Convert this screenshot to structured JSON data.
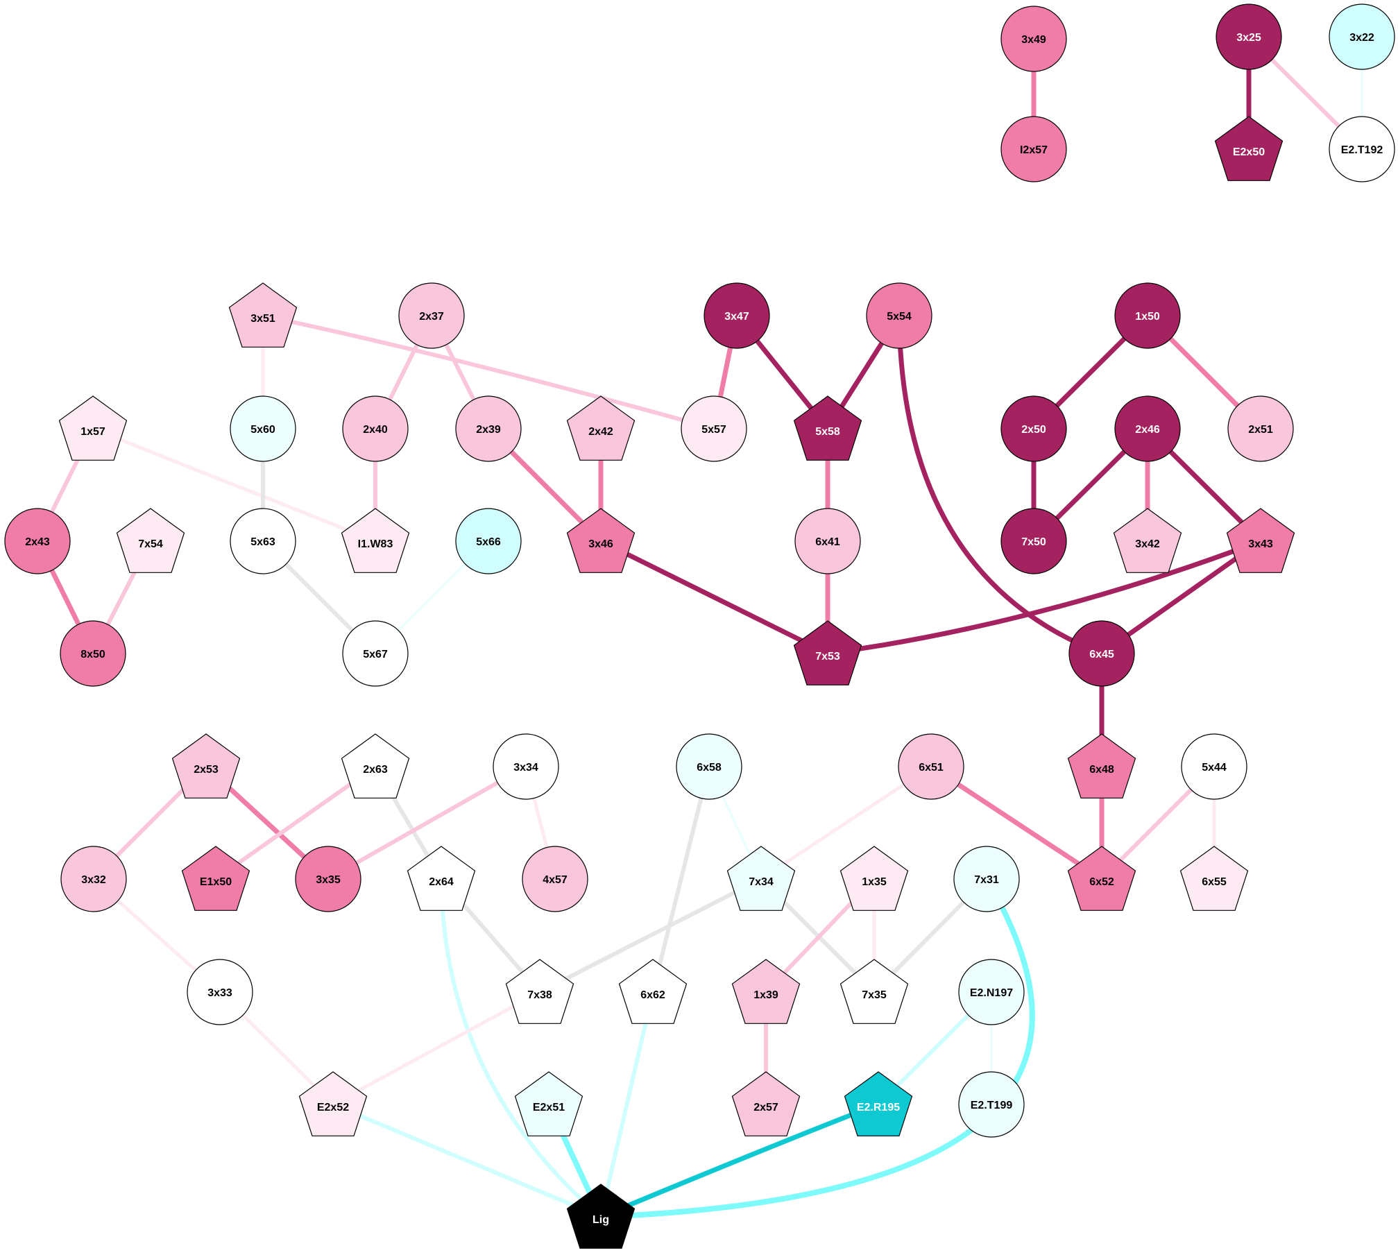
{
  "palette": {
    "white": "#ffffff",
    "pale_pink": "#fdeaf2",
    "light_pink": "#f9c6dc",
    "pink": "#f07ca8",
    "dark_magenta": "#a3225f",
    "pale_cyan": "#ecfefe",
    "light_cyan": "#d0fdfd",
    "cyan": "#7ffafa",
    "teal": "#0ec9d1",
    "black": "#000000",
    "grey": "#e6e6e6"
  },
  "nodes": [
    {
      "id": "3x49",
      "label": "3x49",
      "shape": "circle",
      "fill": "pink"
    },
    {
      "id": "I2x57",
      "label": "I2x57",
      "shape": "circle",
      "fill": "pink"
    },
    {
      "id": "3x25",
      "label": "3x25",
      "shape": "circle",
      "fill": "dark_magenta"
    },
    {
      "id": "E2x50",
      "label": "E2x50",
      "shape": "pentagon",
      "fill": "dark_magenta"
    },
    {
      "id": "3x22",
      "label": "3x22",
      "shape": "circle",
      "fill": "light_cyan"
    },
    {
      "id": "E2.T192",
      "label": "E2.T192",
      "shape": "circle",
      "fill": "white"
    },
    {
      "id": "3x51",
      "label": "3x51",
      "shape": "pentagon",
      "fill": "light_pink"
    },
    {
      "id": "2x37",
      "label": "2x37",
      "shape": "circle",
      "fill": "light_pink"
    },
    {
      "id": "3x47",
      "label": "3x47",
      "shape": "circle",
      "fill": "dark_magenta"
    },
    {
      "id": "5x54",
      "label": "5x54",
      "shape": "circle",
      "fill": "pink"
    },
    {
      "id": "1x50",
      "label": "1x50",
      "shape": "circle",
      "fill": "dark_magenta"
    },
    {
      "id": "1x57",
      "label": "1x57",
      "shape": "pentagon",
      "fill": "pale_pink"
    },
    {
      "id": "5x60",
      "label": "5x60",
      "shape": "circle",
      "fill": "pale_cyan"
    },
    {
      "id": "2x40",
      "label": "2x40",
      "shape": "circle",
      "fill": "light_pink"
    },
    {
      "id": "2x39",
      "label": "2x39",
      "shape": "circle",
      "fill": "light_pink"
    },
    {
      "id": "2x42",
      "label": "2x42",
      "shape": "pentagon",
      "fill": "light_pink"
    },
    {
      "id": "5x57",
      "label": "5x57",
      "shape": "circle",
      "fill": "pale_pink"
    },
    {
      "id": "5x58",
      "label": "5x58",
      "shape": "pentagon",
      "fill": "dark_magenta"
    },
    {
      "id": "2x50",
      "label": "2x50",
      "shape": "circle",
      "fill": "dark_magenta"
    },
    {
      "id": "2x46",
      "label": "2x46",
      "shape": "circle",
      "fill": "dark_magenta"
    },
    {
      "id": "2x51",
      "label": "2x51",
      "shape": "circle",
      "fill": "light_pink"
    },
    {
      "id": "2x43",
      "label": "2x43",
      "shape": "circle",
      "fill": "pink"
    },
    {
      "id": "7x54",
      "label": "7x54",
      "shape": "pentagon",
      "fill": "pale_pink"
    },
    {
      "id": "5x63",
      "label": "5x63",
      "shape": "circle",
      "fill": "white"
    },
    {
      "id": "I1.W83",
      "label": "I1.W83",
      "shape": "pentagon",
      "fill": "pale_pink"
    },
    {
      "id": "5x66",
      "label": "5x66",
      "shape": "circle",
      "fill": "light_cyan"
    },
    {
      "id": "3x46",
      "label": "3x46",
      "shape": "pentagon",
      "fill": "pink"
    },
    {
      "id": "6x41",
      "label": "6x41",
      "shape": "circle",
      "fill": "light_pink"
    },
    {
      "id": "7x50",
      "label": "7x50",
      "shape": "circle",
      "fill": "dark_magenta"
    },
    {
      "id": "3x42",
      "label": "3x42",
      "shape": "pentagon",
      "fill": "light_pink"
    },
    {
      "id": "3x43",
      "label": "3x43",
      "shape": "pentagon",
      "fill": "pink"
    },
    {
      "id": "8x50",
      "label": "8x50",
      "shape": "circle",
      "fill": "pink"
    },
    {
      "id": "5x67",
      "label": "5x67",
      "shape": "circle",
      "fill": "white"
    },
    {
      "id": "7x53",
      "label": "7x53",
      "shape": "pentagon",
      "fill": "dark_magenta"
    },
    {
      "id": "6x45",
      "label": "6x45",
      "shape": "circle",
      "fill": "dark_magenta"
    },
    {
      "id": "2x53",
      "label": "2x53",
      "shape": "pentagon",
      "fill": "light_pink"
    },
    {
      "id": "2x63",
      "label": "2x63",
      "shape": "pentagon",
      "fill": "white"
    },
    {
      "id": "3x34",
      "label": "3x34",
      "shape": "circle",
      "fill": "white"
    },
    {
      "id": "6x58",
      "label": "6x58",
      "shape": "circle",
      "fill": "pale_cyan"
    },
    {
      "id": "6x51",
      "label": "6x51",
      "shape": "circle",
      "fill": "light_pink"
    },
    {
      "id": "6x48",
      "label": "6x48",
      "shape": "pentagon",
      "fill": "pink"
    },
    {
      "id": "5x44",
      "label": "5x44",
      "shape": "circle",
      "fill": "white"
    },
    {
      "id": "3x32",
      "label": "3x32",
      "shape": "circle",
      "fill": "light_pink"
    },
    {
      "id": "E1x50",
      "label": "E1x50",
      "shape": "pentagon",
      "fill": "pink"
    },
    {
      "id": "3x35",
      "label": "3x35",
      "shape": "circle",
      "fill": "pink"
    },
    {
      "id": "2x64",
      "label": "2x64",
      "shape": "pentagon",
      "fill": "white"
    },
    {
      "id": "4x57",
      "label": "4x57",
      "shape": "circle",
      "fill": "light_pink"
    },
    {
      "id": "7x34",
      "label": "7x34",
      "shape": "pentagon",
      "fill": "pale_cyan"
    },
    {
      "id": "1x35",
      "label": "1x35",
      "shape": "pentagon",
      "fill": "pale_pink"
    },
    {
      "id": "7x31",
      "label": "7x31",
      "shape": "circle",
      "fill": "pale_cyan"
    },
    {
      "id": "6x52",
      "label": "6x52",
      "shape": "pentagon",
      "fill": "pink"
    },
    {
      "id": "6x55",
      "label": "6x55",
      "shape": "pentagon",
      "fill": "pale_pink"
    },
    {
      "id": "3x33",
      "label": "3x33",
      "shape": "circle",
      "fill": "white"
    },
    {
      "id": "7x38",
      "label": "7x38",
      "shape": "pentagon",
      "fill": "white"
    },
    {
      "id": "6x62",
      "label": "6x62",
      "shape": "pentagon",
      "fill": "white"
    },
    {
      "id": "1x39",
      "label": "1x39",
      "shape": "pentagon",
      "fill": "light_pink"
    },
    {
      "id": "7x35",
      "label": "7x35",
      "shape": "pentagon",
      "fill": "white"
    },
    {
      "id": "E2.N197",
      "label": "E2.N197",
      "shape": "circle",
      "fill": "pale_cyan"
    },
    {
      "id": "E2x52",
      "label": "E2x52",
      "shape": "pentagon",
      "fill": "pale_pink"
    },
    {
      "id": "E2x51",
      "label": "E2x51",
      "shape": "pentagon",
      "fill": "pale_cyan"
    },
    {
      "id": "2x57",
      "label": "2x57",
      "shape": "pentagon",
      "fill": "light_pink"
    },
    {
      "id": "E2.R195",
      "label": "E2.R195",
      "shape": "pentagon",
      "fill": "teal"
    },
    {
      "id": "E2.T199",
      "label": "E2.T199",
      "shape": "circle",
      "fill": "pale_cyan"
    },
    {
      "id": "Lig",
      "label": "Lig",
      "shape": "pentagon",
      "fill": "black"
    }
  ],
  "edges": [
    {
      "from": "3x49",
      "to": "I2x57",
      "color": "pink"
    },
    {
      "from": "3x25",
      "to": "E2x50",
      "color": "dark_magenta"
    },
    {
      "from": "3x25",
      "to": "E2.T192",
      "color": "light_pink"
    },
    {
      "from": "3x22",
      "to": "E2.T192",
      "color": "pale_cyan"
    },
    {
      "from": "3x51",
      "to": "5x60",
      "color": "pale_pink"
    },
    {
      "from": "3x51",
      "to": "5x57",
      "color": "light_pink",
      "curved": true
    },
    {
      "from": "2x37",
      "to": "2x40",
      "color": "light_pink"
    },
    {
      "from": "2x37",
      "to": "2x39",
      "color": "light_pink"
    },
    {
      "from": "3x47",
      "to": "5x57",
      "color": "pink"
    },
    {
      "from": "3x47",
      "to": "5x58",
      "color": "dark_magenta"
    },
    {
      "from": "5x54",
      "to": "5x58",
      "color": "dark_magenta"
    },
    {
      "from": "5x54",
      "to": "6x45",
      "color": "dark_magenta",
      "curved": true
    },
    {
      "from": "1x50",
      "to": "2x50",
      "color": "dark_magenta"
    },
    {
      "from": "1x50",
      "to": "2x51",
      "color": "pink"
    },
    {
      "from": "1x57",
      "to": "2x43",
      "color": "light_pink"
    },
    {
      "from": "1x57",
      "to": "I1.W83",
      "color": "pale_pink"
    },
    {
      "from": "5x60",
      "to": "5x63",
      "color": "grey"
    },
    {
      "from": "2x40",
      "to": "I1.W83",
      "color": "light_pink"
    },
    {
      "from": "2x39",
      "to": "3x46",
      "color": "pink"
    },
    {
      "from": "2x42",
      "to": "3x46",
      "color": "pink"
    },
    {
      "from": "5x58",
      "to": "6x41",
      "color": "pink"
    },
    {
      "from": "2x50",
      "to": "7x50",
      "color": "dark_magenta"
    },
    {
      "from": "2x46",
      "to": "7x50",
      "color": "dark_magenta"
    },
    {
      "from": "2x46",
      "to": "3x42",
      "color": "pink"
    },
    {
      "from": "2x46",
      "to": "3x43",
      "color": "dark_magenta"
    },
    {
      "from": "2x43",
      "to": "8x50",
      "color": "pink"
    },
    {
      "from": "7x54",
      "to": "8x50",
      "color": "light_pink"
    },
    {
      "from": "5x63",
      "to": "5x67",
      "color": "grey"
    },
    {
      "from": "5x66",
      "to": "5x67",
      "color": "pale_cyan"
    },
    {
      "from": "3x46",
      "to": "7x53",
      "color": "dark_magenta"
    },
    {
      "from": "6x41",
      "to": "7x53",
      "color": "pink"
    },
    {
      "from": "3x43",
      "to": "7x53",
      "color": "dark_magenta",
      "curved": true
    },
    {
      "from": "3x43",
      "to": "6x45",
      "color": "dark_magenta"
    },
    {
      "from": "6x45",
      "to": "6x48",
      "color": "dark_magenta"
    },
    {
      "from": "6x48",
      "to": "6x52",
      "color": "pink"
    },
    {
      "from": "6x51",
      "to": "6x52",
      "color": "pink"
    },
    {
      "from": "5x44",
      "to": "6x52",
      "color": "light_pink"
    },
    {
      "from": "5x44",
      "to": "6x55",
      "color": "pale_pink"
    },
    {
      "from": "6x51",
      "to": "7x34",
      "color": "pale_pink"
    },
    {
      "from": "2x53",
      "to": "3x32",
      "color": "light_pink"
    },
    {
      "from": "2x53",
      "to": "3x35",
      "color": "pink"
    },
    {
      "from": "2x63",
      "to": "E1x50",
      "color": "light_pink"
    },
    {
      "from": "2x63",
      "to": "2x64",
      "color": "grey"
    },
    {
      "from": "3x34",
      "to": "3x35",
      "color": "light_pink"
    },
    {
      "from": "3x34",
      "to": "4x57",
      "color": "pale_pink"
    },
    {
      "from": "6x58",
      "to": "7x34",
      "color": "pale_cyan"
    },
    {
      "from": "6x58",
      "to": "6x62",
      "color": "grey"
    },
    {
      "from": "2x64",
      "to": "7x38",
      "color": "grey"
    },
    {
      "from": "2x64",
      "to": "Lig",
      "color": "light_cyan",
      "curved": true
    },
    {
      "from": "7x34",
      "to": "7x38",
      "color": "grey"
    },
    {
      "from": "7x34",
      "to": "7x35",
      "color": "grey"
    },
    {
      "from": "1x35",
      "to": "1x39",
      "color": "light_pink"
    },
    {
      "from": "1x35",
      "to": "7x35",
      "color": "pale_pink"
    },
    {
      "from": "7x31",
      "to": "7x35",
      "color": "grey"
    },
    {
      "from": "7x31",
      "to": "Lig",
      "color": "cyan",
      "curved": true
    },
    {
      "from": "3x32",
      "to": "3x33",
      "color": "pale_pink"
    },
    {
      "from": "3x33",
      "to": "E2x52",
      "color": "pale_pink"
    },
    {
      "from": "7x38",
      "to": "E2x52",
      "color": "pale_pink"
    },
    {
      "from": "E2x52",
      "to": "Lig",
      "color": "light_cyan"
    },
    {
      "from": "E2x51",
      "to": "Lig",
      "color": "cyan"
    },
    {
      "from": "6x62",
      "to": "Lig",
      "color": "light_cyan"
    },
    {
      "from": "1x39",
      "to": "2x57",
      "color": "light_pink"
    },
    {
      "from": "E2.N197",
      "to": "E2.R195",
      "color": "light_cyan"
    },
    {
      "from": "E2.N197",
      "to": "E2.T199",
      "color": "pale_cyan"
    },
    {
      "from": "E2.R195",
      "to": "Lig",
      "color": "teal",
      "curved": true
    }
  ]
}
